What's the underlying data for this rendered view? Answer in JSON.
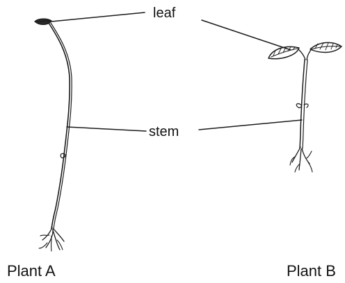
{
  "labels": {
    "leaf": "leaf",
    "stem": "stem"
  },
  "plants": [
    {
      "id": "A",
      "title": "Plant A"
    },
    {
      "id": "B",
      "title": "Plant B"
    }
  ],
  "colors": {
    "ink": "#1a1a1a",
    "background": "#ffffff"
  }
}
